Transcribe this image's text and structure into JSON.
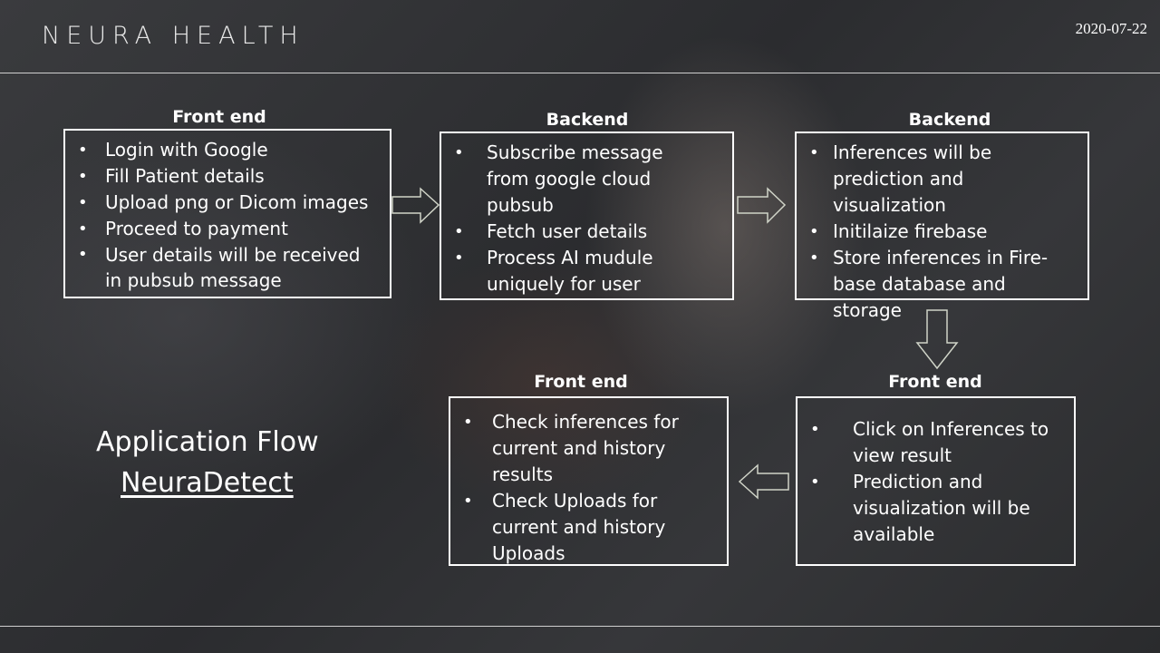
{
  "header": {
    "logo": "NEURA HEALTH",
    "date": "2020-07-22"
  },
  "flow": {
    "step1": {
      "title": "Front end",
      "items": [
        "Login with Google",
        "Fill Patient details",
        "Upload png or Dicom images",
        "Proceed to payment",
        "User details will be received in pubsub message"
      ]
    },
    "step2": {
      "title": "Backend",
      "items": [
        "Subscribe message from google cloud pubsub",
        "Fetch user details",
        "Process AI mudule uniquely for user"
      ]
    },
    "step3": {
      "title": "Backend",
      "items": [
        "Inferences will be prediction and visualization",
        "Initilaize firebase",
        "Store inferences in Fire-base database and storage"
      ]
    },
    "step4": {
      "title": "Front end",
      "items": [
        "Click on Inferences to view result",
        "Prediction and visualization will be available"
      ]
    },
    "step5": {
      "title": "Front end",
      "items": [
        "Check inferences for current and history results",
        "Check Uploads for current and history Uploads"
      ]
    }
  },
  "caption": {
    "line1": "Application Flow",
    "line2": "NeuraDetect"
  }
}
